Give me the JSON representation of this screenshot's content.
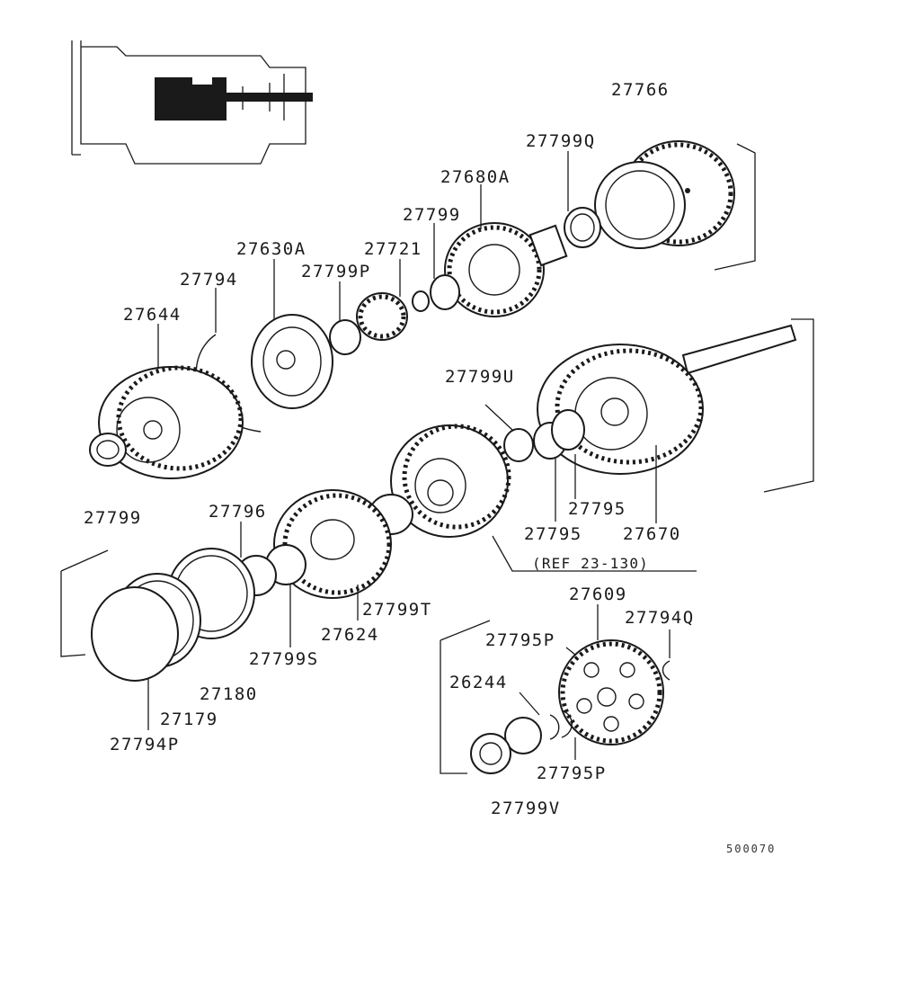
{
  "labels": {
    "p27766": "27766",
    "p27799q": "27799Q",
    "p27680a": "27680A",
    "p27799_top": "27799",
    "p27630a": "27630A",
    "p27721": "27721",
    "p27799p": "27799P",
    "p27794": "27794",
    "p27644": "27644",
    "p27799u": "27799U",
    "p27799_left": "27799",
    "p27796": "27796",
    "p27795_a": "27795",
    "p27795_b": "27795",
    "p27670": "27670",
    "p27799t": "27799T",
    "p27624": "27624",
    "p27799s": "27799S",
    "p27180": "27180",
    "p27179": "27179",
    "p27794p": "27794P",
    "p27609": "27609",
    "p27794q": "27794Q",
    "p27795p_top": "27795P",
    "p26244": "26244",
    "p27795p_bot": "27795P",
    "p27799v": "27799V"
  },
  "reference": "(REF 23-130)",
  "drawing_code": "500070"
}
